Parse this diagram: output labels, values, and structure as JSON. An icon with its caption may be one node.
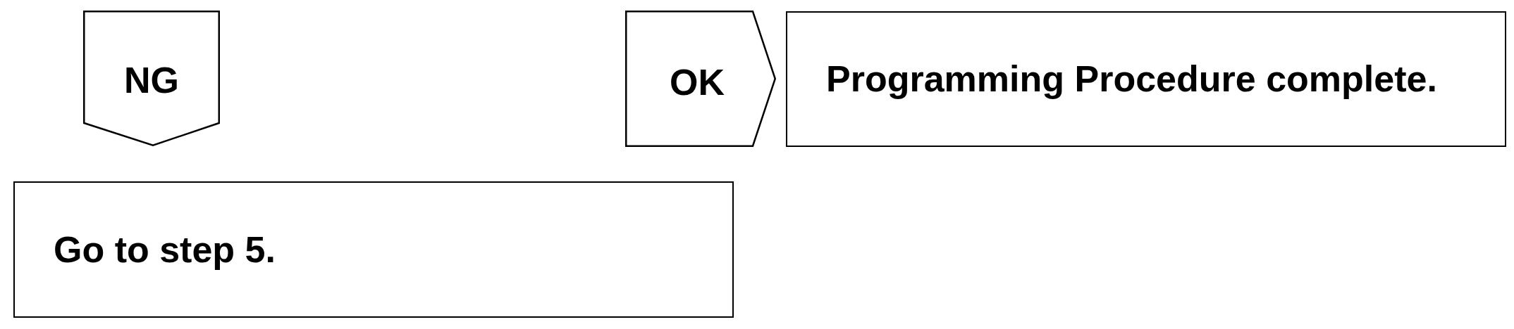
{
  "diagram": {
    "nodes": [
      {
        "text": [
          "NG"
        ]
      },
      {
        "text": [
          "OK"
        ]
      },
      {
        "text": [
          "Programming Procedure complete."
        ]
      },
      {
        "text": [
          "Go to step 5."
        ]
      }
    ]
  }
}
